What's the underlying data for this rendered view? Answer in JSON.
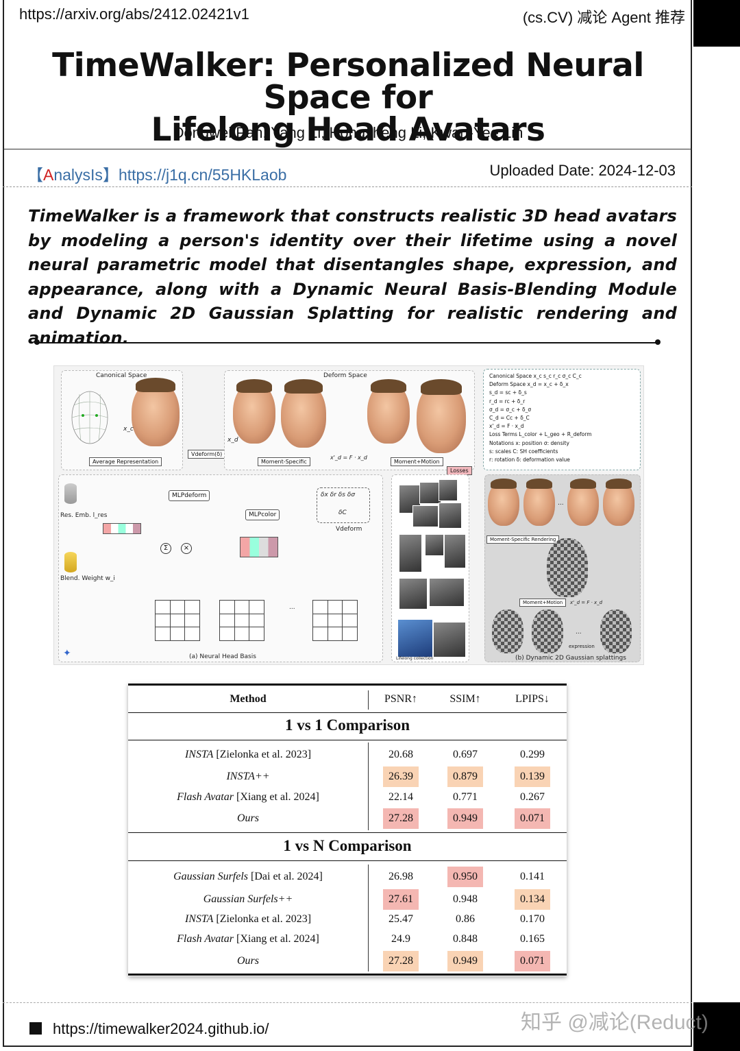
{
  "header": {
    "url": "https://arxiv.org/abs/2412.02421v1",
    "tag": "(cs.CV) 减论 Agent 推荐"
  },
  "paper": {
    "title_line1": "TimeWalker: Personalized Neural Space for",
    "title_line2": "Lifelong Head Avatars",
    "authors": "Dongwei Pan, Yang Li, Hongsheng Li, Kwan-Yee Lin",
    "analysis_bracket_open": "【",
    "analysis_A": "A",
    "analysis_rest": "nalysIs",
    "analysis_bracket_close": "】",
    "analysis_link": "https://j1q.cn/55HKLaob",
    "upload_date": "Uploaded Date: 2024-12-03",
    "abstract": "TimeWalker is a framework that constructs realistic 3D head avatars by modeling a person's identity over their lifetime using a novel neural parametric model that disentangles shape, expression, and appearance, along with a Dynamic Neural Basis-Blending Module and Dynamic 2D Gaussian Splatting for realistic rendering and animation."
  },
  "figure": {
    "canonical_space": "Canonical Space",
    "deform_space": "Deform Space",
    "avg_rep": "Average Representation",
    "vdeform": "Vdeform(δ)",
    "moment_specific": "Moment-Specific",
    "moment_motion": "Moment+Motion",
    "xc": "x_c",
    "xd": "x_d",
    "xd_eq": "x'_d = F · x_d",
    "losses": "Losses",
    "eq_block": [
      "Canonical Space   x_c s_c r_c σ_c C_c",
      "Deform Space   x_d = x_c + δ_x",
      "s_d = sc + δ_s",
      "r_d = rc + δ_r",
      "σ_d = σ_c + δ_σ",
      "C_d = Cc + δ_C",
      "x'_d = F · x_d",
      "Loss Terms   L_color + L_geo + R_deform",
      "Notations   x: position  σ: density",
      "s: scales  C: SH coefficients",
      "r: rotation  δ: deformation value"
    ],
    "res_emb": "Res. Emb. l_res",
    "blend_weight": "Blend. Weight w_i",
    "mlp_deform": "MLPdeform",
    "mlp_color": "MLPcolor",
    "deltas": "δx  δr  δs  δσ",
    "delta_c": "δC",
    "vdeform2": "Vdeform",
    "caption_a": "(a) Neural Head Basis",
    "lifelong": "Lifelong collection",
    "moment_rendering": "Moment-Specific Rendering",
    "moment_motion2": "Moment+Motion",
    "xd_eq2": "x'_d = F · x_d",
    "expression": "expression",
    "caption_b": "(b) Dynamic 2D Gaussian splattings"
  },
  "table": {
    "headers": [
      "Method",
      "PSNR↑",
      "SSIM↑",
      "LPIPS↓"
    ],
    "section1": "1 vs 1 Comparison",
    "section2": "1 vs N Comparison",
    "rows1": [
      {
        "method_it": "INSTA",
        "method_rest": " [Zielonka et al. 2023]",
        "psnr": "20.68",
        "ssim": "0.697",
        "lpips": "0.299",
        "hl": [
          "",
          "",
          ""
        ]
      },
      {
        "method_it": "INSTA++",
        "method_rest": "",
        "psnr": "26.39",
        "ssim": "0.879",
        "lpips": "0.139",
        "hl": [
          "org",
          "org",
          "org"
        ]
      },
      {
        "method_it": "Flash Avatar",
        "method_rest": " [Xiang et al. 2024]",
        "psnr": "22.14",
        "ssim": "0.771",
        "lpips": "0.267",
        "hl": [
          "",
          "",
          ""
        ]
      },
      {
        "method_it": "Ours",
        "method_rest": "",
        "psnr": "27.28",
        "ssim": "0.949",
        "lpips": "0.071",
        "hl": [
          "red",
          "red",
          "red"
        ]
      }
    ],
    "rows2": [
      {
        "method_it": "Gaussian Surfels",
        "method_rest": " [Dai et al. 2024]",
        "psnr": "26.98",
        "ssim": "0.950",
        "lpips": "0.141",
        "hl": [
          "",
          "red",
          ""
        ]
      },
      {
        "method_it": "Gaussian Surfels++",
        "method_rest": "",
        "psnr": "27.61",
        "ssim": "0.948",
        "lpips": "0.134",
        "hl": [
          "red",
          "",
          "org"
        ]
      },
      {
        "method_it": "INSTA",
        "method_rest": " [Zielonka et al. 2023]",
        "psnr": "25.47",
        "ssim": "0.86",
        "lpips": "0.170",
        "hl": [
          "",
          "",
          ""
        ]
      },
      {
        "method_it": "Flash Avatar",
        "method_rest": " [Xiang et al. 2024]",
        "psnr": "24.9",
        "ssim": "0.848",
        "lpips": "0.165",
        "hl": [
          "",
          "",
          ""
        ]
      },
      {
        "method_it": "Ours",
        "method_rest": "",
        "psnr": "27.28",
        "ssim": "0.949",
        "lpips": "0.071",
        "hl": [
          "org",
          "org",
          "red"
        ]
      }
    ]
  },
  "footer": {
    "url": "https://timewalker2024.github.io/",
    "watermark": "知乎 @减论(Reduct)"
  },
  "colors": {
    "highlight_red": "#f4b7b2",
    "highlight_orange": "#f9d3b4",
    "link": "#3a6ea5"
  }
}
